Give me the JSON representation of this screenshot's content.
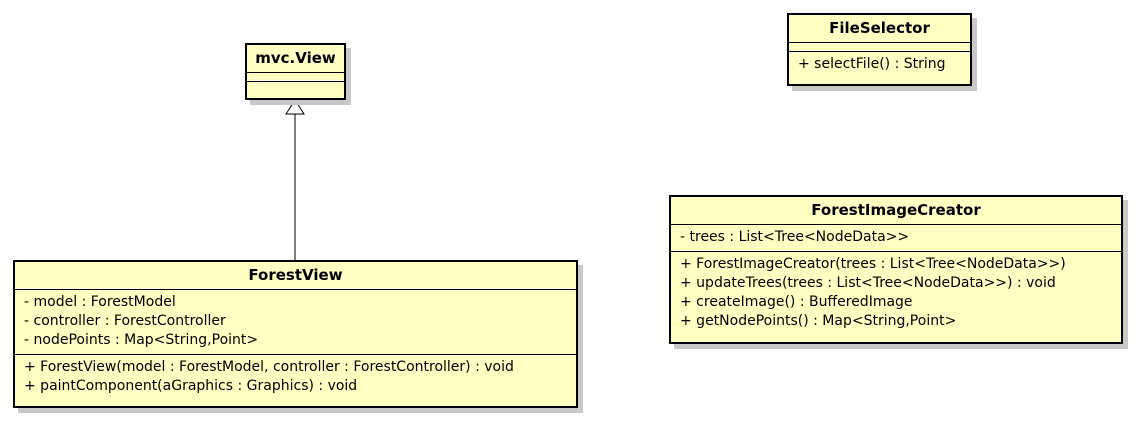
{
  "classes": {
    "mvc_view": {
      "name": "mvc.View",
      "attributes": [],
      "operations": []
    },
    "file_selector": {
      "name": "FileSelector",
      "attributes": [],
      "operations": [
        "+ selectFile() : String"
      ]
    },
    "forest_view": {
      "name": "ForestView",
      "attributes": [
        "- model : ForestModel",
        "- controller : ForestController",
        "- nodePoints : Map<String,Point>"
      ],
      "operations": [
        "+ ForestView(model : ForestModel, controller : ForestController) : void",
        "+ paintComponent(aGraphics : Graphics) : void"
      ]
    },
    "forest_image_creator": {
      "name": "ForestImageCreator",
      "attributes": [
        "- trees : List<Tree<NodeData>>"
      ],
      "operations": [
        "+ ForestImageCreator(trees : List<Tree<NodeData>>)",
        "+ updateTrees(trees : List<Tree<NodeData>>) : void",
        "+ createImage() : BufferedImage",
        "+ getNodePoints() : Map<String,Point>"
      ]
    }
  },
  "relations": [
    {
      "type": "generalization",
      "from": "ForestView",
      "to": "mvc.View"
    }
  ],
  "colors": {
    "class_fill": "#ffffc4",
    "border": "#000000",
    "shadow": "#c8c8c8"
  }
}
